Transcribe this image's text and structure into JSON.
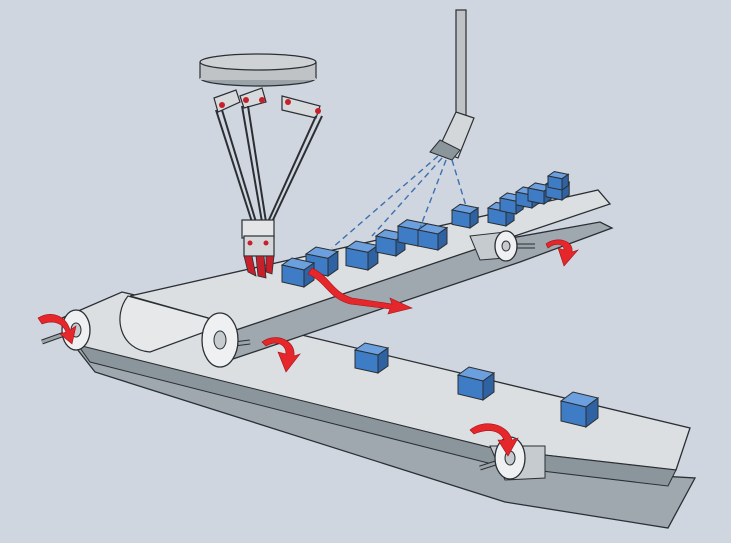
{
  "colors": {
    "background": "#cfd6df",
    "belt_top": "#dcdfe2",
    "belt_dark": "#8b959c",
    "belt_underside": "#9ea8ae",
    "roller": "#eef0f1",
    "axle": "#9aa3a8",
    "outline": "#2b2f33",
    "box_front": "#3f7cc6",
    "box_side": "#2f62a3",
    "box_top": "#6b9fde",
    "arrow": "#e5262b",
    "robot_metal": "#bfc3c6",
    "robot_joint": "#c8202a",
    "camera_beam": "#3d6fb0"
  },
  "components": {
    "robot": "delta-robot",
    "camera": "vision-camera",
    "belt_upper": "infeed-conveyor",
    "belt_lower": "outfeed-conveyor"
  },
  "icons": [
    "rotation-arrow-icon",
    "transfer-arrow-icon",
    "box-icon",
    "camera-icon"
  ]
}
